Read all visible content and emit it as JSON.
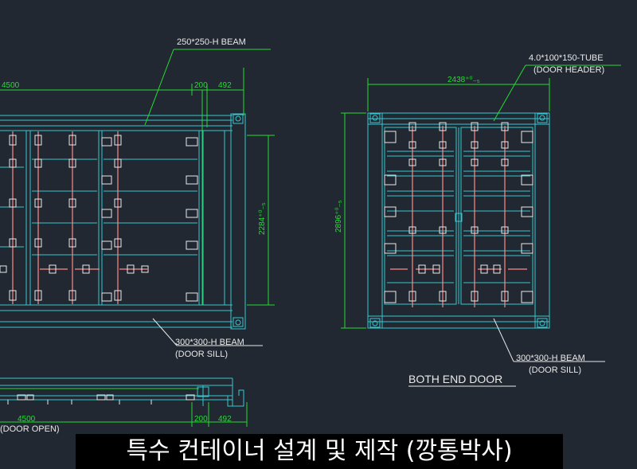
{
  "labels": {
    "top_beam": "250*250-H BEAM",
    "door_header_line1": "4.0*100*150-TUBE",
    "door_header_line2": "(DOOR HEADER)",
    "left_sill_line1": "300*300-H BEAM",
    "left_sill_line2": "(DOOR SILL)",
    "right_sill_line1": "300*300-H BEAM",
    "right_sill_line2": "(DOOR SILL)",
    "view_title": "BOTH END DOOR",
    "door_open": "(DOOR OPEN)"
  },
  "dimensions": {
    "top_4500": "4500",
    "top_200": "200",
    "top_492": "492",
    "height_2284": "2284⁺⁰₋₅",
    "width_2438": "2438⁺⁰₋₅",
    "height_2896": "2896⁺⁰₋₅",
    "bottom_4500": "4500",
    "bottom_200": "200",
    "bottom_492": "492"
  },
  "caption": "특수 컨테이너 설계 및 제작 (깡통박사)",
  "colors": {
    "background": "#222831",
    "frame": "#36c7d1",
    "dimension": "#22dd33",
    "text": "#e8e8e8",
    "hardware": "#ff8a8a",
    "caption_bg": "#000000"
  }
}
